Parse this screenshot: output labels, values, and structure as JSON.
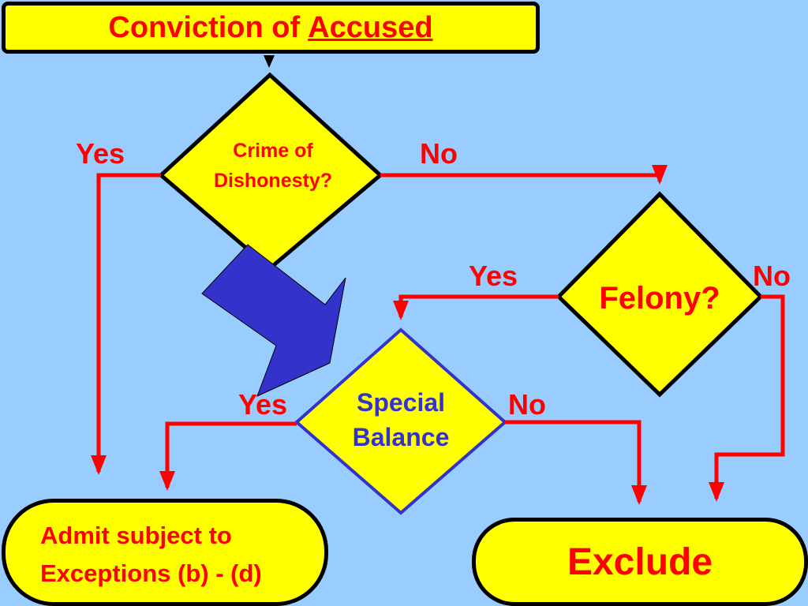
{
  "title": {
    "prefix": "Conviction of",
    "emphasis": "Accused"
  },
  "decisions": {
    "crime": "Crime of\nDishonesty?",
    "felony": "Felony?",
    "special": "Special\nBalance"
  },
  "edges": {
    "crime_yes": "Yes",
    "crime_no": "No",
    "felony_yes": "Yes",
    "felony_no": "No",
    "special_yes": "Yes",
    "special_no": "No"
  },
  "outcomes": {
    "admit": "Admit subject to\nExceptions (b) - (d)",
    "exclude": "Exclude"
  },
  "colors": {
    "background": "#99ccff",
    "box_fill": "#ffff00",
    "connector": "#ff0000",
    "label_text": "#ff0000",
    "callout_arrow": "#3333cc",
    "special_border": "#3333cc"
  }
}
